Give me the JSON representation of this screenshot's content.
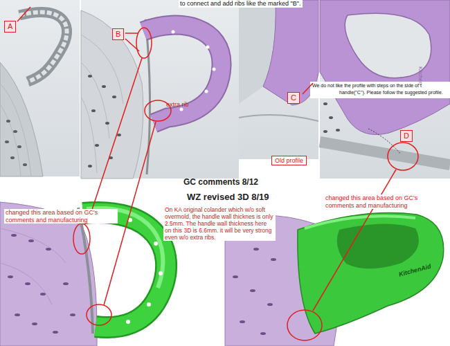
{
  "diagram": {
    "nodes": [
      {
        "text": [
          "A"
        ]
      },
      {
        "text": [
          "B"
        ]
      },
      {
        "text": [
          "C"
        ]
      },
      {
        "text": [
          "Old profile"
        ]
      },
      {
        "text": [
          "D"
        ]
      }
    ],
    "labels": [
      "to connect and add ribs like the marked \"B\".",
      "extra rib",
      "We do not like the profile with steps on the side of t",
      "handle(\"C\"). Please follow the suggested profile.",
      "Kitchen",
      "GC comments 8/12",
      "WZ revised 3D 8/19",
      "changed this area based on GC's comments and manufacturing",
      "On KA original colander which w/o soft overmold, the handle wall thicknes is only 2.5mm. The handle wall thickness here on this 3D is 6.6mm. it will be very strong even w/o extra ribs.",
      "changed this area based on GC's comments and manufacturing",
      "KitchenAid"
    ]
  }
}
